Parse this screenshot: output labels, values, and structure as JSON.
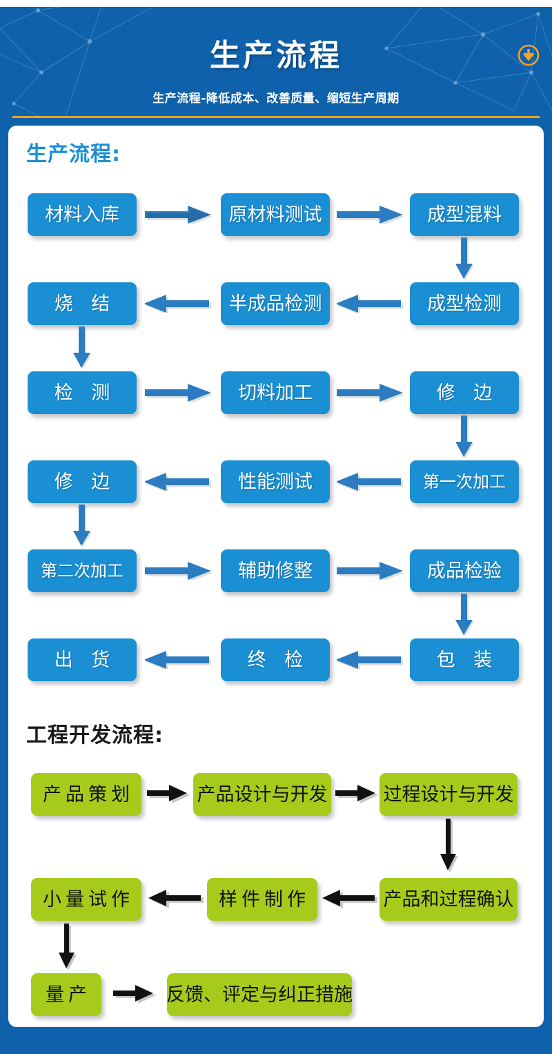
{
  "header": {
    "title": "生产流程",
    "subtitle": "生产流程-降低成本、改善质量、缩短生产周期",
    "download_icon": "download-circle-icon",
    "bg_color": "#0f61ab",
    "rule_color": "#e8a426",
    "accent_orange": "#f2a124"
  },
  "theme": {
    "blue_node": "#1a8fd4",
    "green_node": "#a7cb1b",
    "blue_arrow": "#2b7cc0",
    "dark_arrow": "#111111",
    "card_bg": "#ffffff",
    "heading_blue": "#1a8fd4",
    "heading_dark": "#1b1b1b"
  },
  "production": {
    "heading": "生产流程:",
    "rows": [
      {
        "direction": "right",
        "nodes": [
          "材料入库",
          "原材料测试",
          "成型混料"
        ]
      },
      {
        "direction": "left",
        "nodes": [
          "成型检测",
          "半成品检测",
          "烧  结"
        ]
      },
      {
        "direction": "right",
        "nodes": [
          "检  测",
          "切料加工",
          "修  边"
        ]
      },
      {
        "direction": "left",
        "nodes": [
          "第一次加工",
          "性能测试",
          "修  边"
        ]
      },
      {
        "direction": "right",
        "nodes": [
          "第二次加工",
          "辅助修整",
          "成品检验"
        ]
      },
      {
        "direction": "left",
        "nodes": [
          "包  装",
          "终  检",
          "出  货"
        ]
      }
    ],
    "sequence": [
      "材料入库",
      "原材料测试",
      "成型混料",
      "成型检测",
      "半成品检测",
      "烧  结",
      "检  测",
      "切料加工",
      "修  边",
      "第一次加工",
      "性能测试",
      "修  边",
      "第二次加工",
      "辅助修整",
      "成品检验",
      "包  装",
      "终  检",
      "出  货"
    ],
    "labels": {
      "n1": "材料入库",
      "n2": "原材料测试",
      "n3": "成型混料",
      "n4": "烧  结",
      "n5": "半成品检测",
      "n6": "成型检测",
      "n7": "检  测",
      "n8": "切料加工",
      "n9": "修  边",
      "n10": "修  边",
      "n11": "性能测试",
      "n12": "第一次加工",
      "n13": "第二次加工",
      "n14": "辅助修整",
      "n15": "成品检验",
      "n16": "出  货",
      "n17": "终  检",
      "n18": "包  装"
    }
  },
  "engineering": {
    "heading": "工程开发流程:",
    "sequence": [
      "产品策划",
      "产品设计与开发",
      "过程设计与开发",
      "产品和过程确认",
      "样件制作",
      "小量试作",
      "量产",
      "反馈、评定与纠正措施"
    ],
    "labels": {
      "g1": "产品策划",
      "g2": "产品设计与开发",
      "g3": "过程设计与开发",
      "g4": "小量试作",
      "g5": "样件制作",
      "g6": "产品和过程确认",
      "g7": "量产",
      "g8": "反馈、评定与纠正措施"
    }
  }
}
